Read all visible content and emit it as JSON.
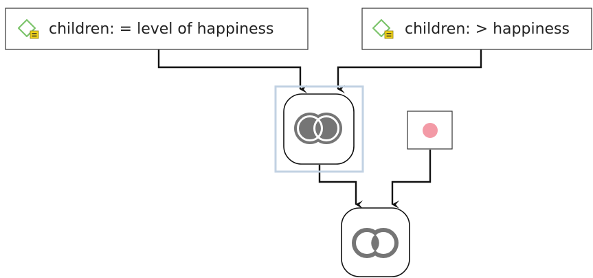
{
  "diagram": {
    "nodes": [
      {
        "id": "children-equal-level-of-happiness",
        "kind": "concept",
        "label": "children: = level of happiness"
      },
      {
        "id": "children-greater-happiness",
        "kind": "concept",
        "label": "children: > happiness"
      },
      {
        "id": "merge-node-upper",
        "kind": "operator",
        "icon": "venn-merge-icon",
        "selected": true
      },
      {
        "id": "merge-node-lower",
        "kind": "operator",
        "icon": "venn-intersect-icon",
        "selected": false
      },
      {
        "id": "pink-dot-node",
        "kind": "marker",
        "icon": "pink-dot-icon"
      }
    ],
    "edges": [
      {
        "from": "children-equal-level-of-happiness",
        "to": "merge-node-upper"
      },
      {
        "from": "children-greater-happiness",
        "to": "merge-node-upper"
      },
      {
        "from": "merge-node-upper",
        "to": "merge-node-lower"
      },
      {
        "from": "pink-dot-node",
        "to": "merge-node-lower"
      }
    ]
  },
  "colors": {
    "icon_green": "#7cc46b",
    "icon_badge_yellow": "#f2d419",
    "selection_blue": "#c2d2e3",
    "venn_gray": "#757575",
    "dot_pink": "#f39aa6",
    "stroke": "#111111"
  }
}
